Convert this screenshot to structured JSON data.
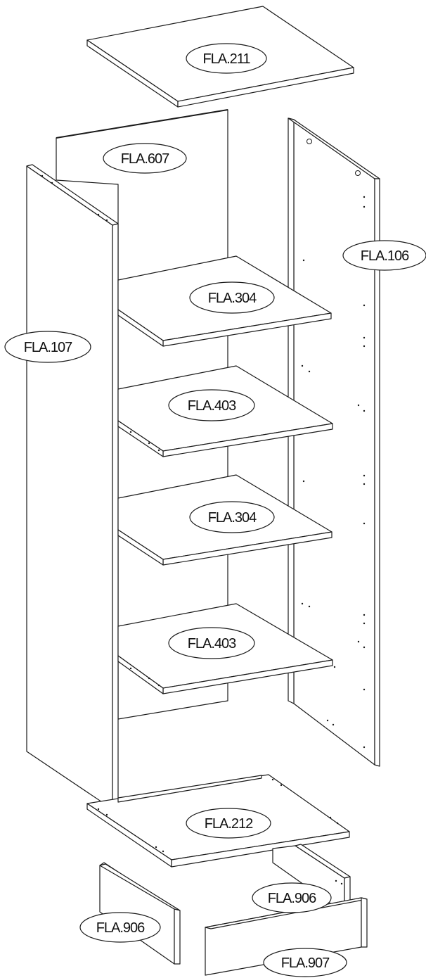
{
  "parts": {
    "top_panel": "FLA.211",
    "back_panel": "FLA.607",
    "right_side": "FLA.106",
    "left_side": "FLA.107",
    "shelf_1": "FLA.304",
    "shelf_2": "FLA.403",
    "shelf_3": "FLA.304",
    "shelf_4": "FLA.403",
    "bottom_panel": "FLA.212",
    "plinth_right": "FLA.906",
    "plinth_left": "FLA.906",
    "plinth_front": "FLA.907"
  }
}
